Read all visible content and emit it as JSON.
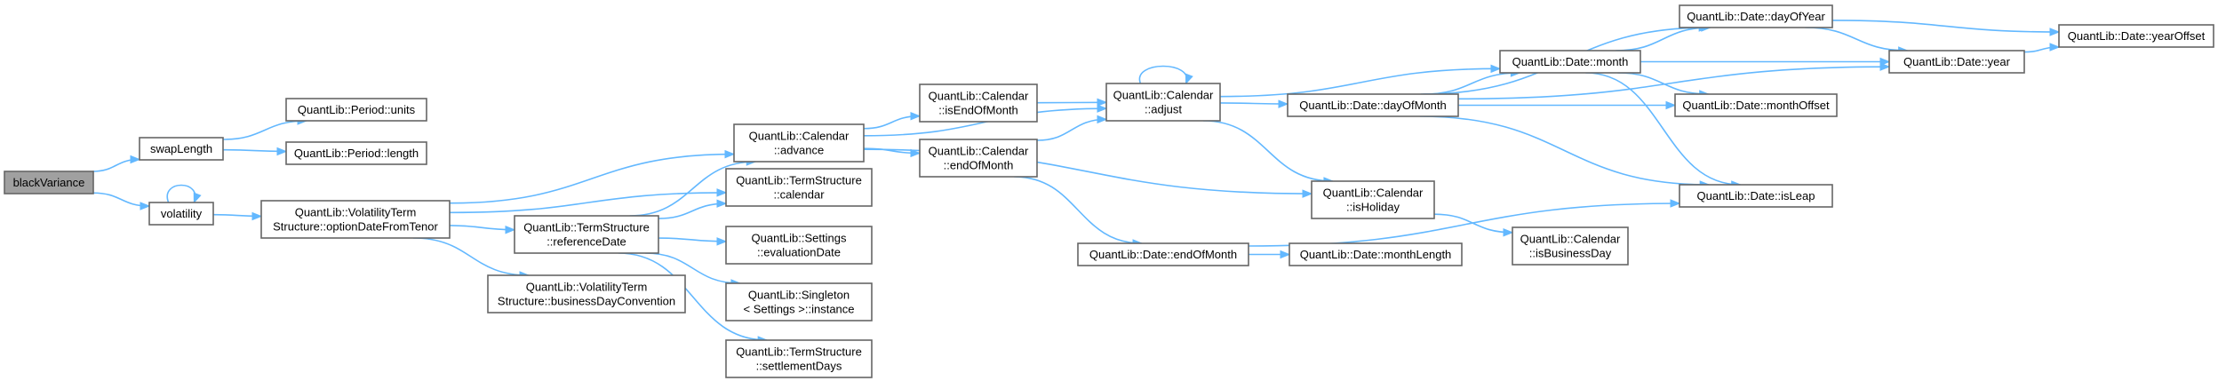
{
  "graph": {
    "edge_color": "#63b8ff",
    "node_border": "#666666",
    "root_fill": "#a0a0a0",
    "nodes": [
      {
        "id": "blackVariance",
        "lines": [
          "blackVariance"
        ],
        "root": true
      },
      {
        "id": "swapLength",
        "lines": [
          "swapLength"
        ]
      },
      {
        "id": "volatility",
        "lines": [
          "volatility"
        ]
      },
      {
        "id": "periodUnits",
        "lines": [
          "QuantLib::Period::units"
        ]
      },
      {
        "id": "periodLength",
        "lines": [
          "QuantLib::Period::length"
        ]
      },
      {
        "id": "optionDateFromTenor",
        "lines": [
          "QuantLib::VolatilityTerm",
          "Structure::optionDateFromTenor"
        ]
      },
      {
        "id": "businessDayConvention",
        "lines": [
          "QuantLib::VolatilityTerm",
          "Structure::businessDayConvention"
        ]
      },
      {
        "id": "calendarAdvance",
        "lines": [
          "QuantLib::Calendar",
          "::advance"
        ]
      },
      {
        "id": "tsCalendar",
        "lines": [
          "QuantLib::TermStructure",
          "::calendar"
        ]
      },
      {
        "id": "referenceDate",
        "lines": [
          "QuantLib::TermStructure",
          "::referenceDate"
        ]
      },
      {
        "id": "evaluationDate",
        "lines": [
          "QuantLib::Settings",
          "::evaluationDate"
        ]
      },
      {
        "id": "singletonInstance",
        "lines": [
          "QuantLib::Singleton",
          "< Settings >::instance"
        ]
      },
      {
        "id": "settlementDays",
        "lines": [
          "QuantLib::TermStructure",
          "::settlementDays"
        ]
      },
      {
        "id": "isEndOfMonth",
        "lines": [
          "QuantLib::Calendar",
          "::isEndOfMonth"
        ]
      },
      {
        "id": "calEndOfMonth",
        "lines": [
          "QuantLib::Calendar",
          "::endOfMonth"
        ]
      },
      {
        "id": "adjust",
        "lines": [
          "QuantLib::Calendar",
          "::adjust"
        ]
      },
      {
        "id": "dateEndOfMonth",
        "lines": [
          "QuantLib::Date::endOfMonth"
        ]
      },
      {
        "id": "dayOfMonth",
        "lines": [
          "QuantLib::Date::dayOfMonth"
        ]
      },
      {
        "id": "monthLength",
        "lines": [
          "QuantLib::Date::monthLength"
        ]
      },
      {
        "id": "isHoliday",
        "lines": [
          "QuantLib::Calendar",
          "::isHoliday"
        ]
      },
      {
        "id": "isBusinessDay",
        "lines": [
          "QuantLib::Calendar",
          "::isBusinessDay"
        ]
      },
      {
        "id": "month",
        "lines": [
          "QuantLib::Date::month"
        ]
      },
      {
        "id": "dayOfYear",
        "lines": [
          "QuantLib::Date::dayOfYear"
        ]
      },
      {
        "id": "monthOffset",
        "lines": [
          "QuantLib::Date::monthOffset"
        ]
      },
      {
        "id": "isLeap",
        "lines": [
          "QuantLib::Date::isLeap"
        ]
      },
      {
        "id": "year",
        "lines": [
          "QuantLib::Date::year"
        ]
      },
      {
        "id": "yearOffset",
        "lines": [
          "QuantLib::Date::yearOffset"
        ]
      }
    ],
    "edges": [
      [
        "blackVariance",
        "swapLength"
      ],
      [
        "blackVariance",
        "volatility"
      ],
      [
        "swapLength",
        "periodUnits"
      ],
      [
        "swapLength",
        "periodLength"
      ],
      [
        "volatility",
        "volatility"
      ],
      [
        "volatility",
        "optionDateFromTenor"
      ],
      [
        "optionDateFromTenor",
        "calendarAdvance"
      ],
      [
        "optionDateFromTenor",
        "tsCalendar"
      ],
      [
        "optionDateFromTenor",
        "referenceDate"
      ],
      [
        "optionDateFromTenor",
        "businessDayConvention"
      ],
      [
        "referenceDate",
        "calendarAdvance"
      ],
      [
        "referenceDate",
        "tsCalendar"
      ],
      [
        "referenceDate",
        "evaluationDate"
      ],
      [
        "referenceDate",
        "singletonInstance"
      ],
      [
        "referenceDate",
        "settlementDays"
      ],
      [
        "calendarAdvance",
        "isEndOfMonth"
      ],
      [
        "calendarAdvance",
        "calEndOfMonth"
      ],
      [
        "calendarAdvance",
        "adjust"
      ],
      [
        "calendarAdvance",
        "isHoliday"
      ],
      [
        "isEndOfMonth",
        "adjust"
      ],
      [
        "calEndOfMonth",
        "adjust"
      ],
      [
        "calEndOfMonth",
        "dateEndOfMonth"
      ],
      [
        "adjust",
        "adjust"
      ],
      [
        "adjust",
        "dayOfMonth"
      ],
      [
        "adjust",
        "month"
      ],
      [
        "adjust",
        "isHoliday"
      ],
      [
        "dateEndOfMonth",
        "monthLength"
      ],
      [
        "dateEndOfMonth",
        "isLeap"
      ],
      [
        "dayOfMonth",
        "dayOfYear"
      ],
      [
        "dayOfMonth",
        "month"
      ],
      [
        "dayOfMonth",
        "monthOffset"
      ],
      [
        "dayOfMonth",
        "year"
      ],
      [
        "dayOfMonth",
        "isLeap"
      ],
      [
        "month",
        "dayOfYear"
      ],
      [
        "month",
        "year"
      ],
      [
        "month",
        "monthOffset"
      ],
      [
        "month",
        "isLeap"
      ],
      [
        "dayOfYear",
        "year"
      ],
      [
        "dayOfYear",
        "yearOffset"
      ],
      [
        "year",
        "yearOffset"
      ],
      [
        "isHoliday",
        "isBusinessDay"
      ]
    ]
  }
}
